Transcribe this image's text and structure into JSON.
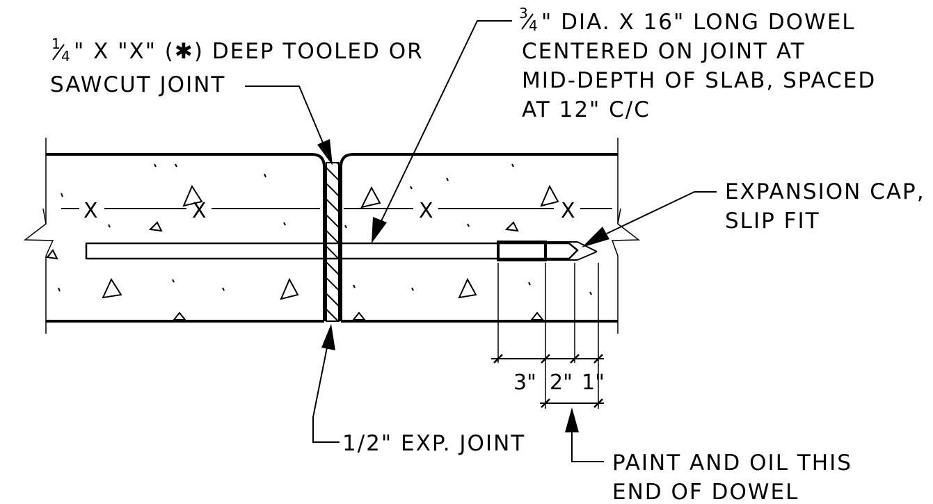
{
  "callouts": {
    "sawcut": {
      "frac_num": "1",
      "frac_den": "4",
      "line1_rest": "\" X \"X\" (✱) DEEP TOOLED OR",
      "line2": "SAWCUT JOINT"
    },
    "dowel": {
      "frac_num": "3",
      "frac_den": "4",
      "line1_rest": "\" DIA. X 16\" LONG DOWEL",
      "line2": "CENTERED ON JOINT AT",
      "line3": "MID-DEPTH OF SLAB, SPACED",
      "line4": "AT 12\" C/C"
    },
    "expansion_cap": {
      "line1": "EXPANSION CAP,",
      "line2": "SLIP FIT"
    },
    "exp_joint": {
      "line1": "1/2\" EXP. JOINT"
    },
    "paint_oil": {
      "line1": "PAINT AND OIL THIS",
      "line2": "END OF DOWEL"
    }
  },
  "dimensions": {
    "d1": "3\"",
    "d2": "2\"",
    "d3": "1\""
  },
  "joint_depth_marks": [
    "X",
    "X",
    "X",
    "X"
  ]
}
